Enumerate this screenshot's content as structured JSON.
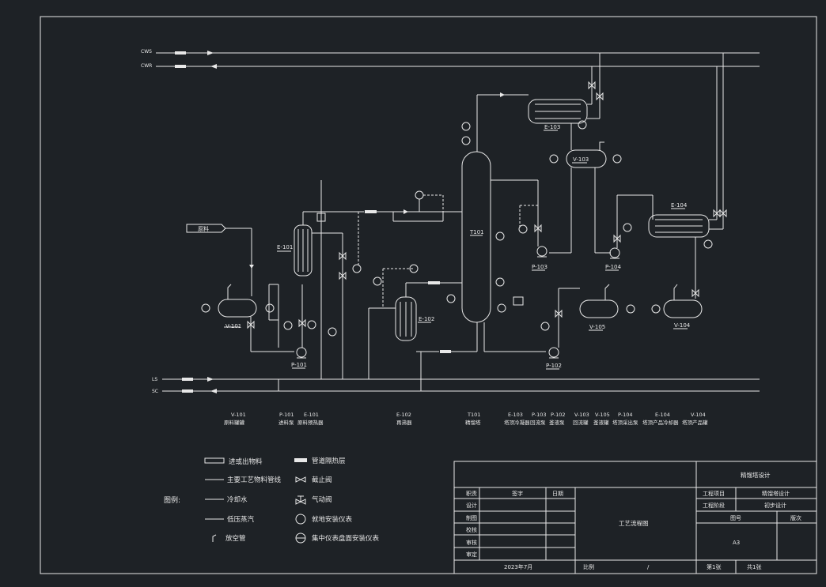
{
  "utilities": {
    "cws": "CWS",
    "cwr": "CWR",
    "ls": "LS",
    "sc": "SC"
  },
  "feed_label": "原料",
  "equipment_tags": {
    "v101": "V-101",
    "e101": "E-101",
    "p101": "P-101",
    "e102": "E-102",
    "t101": "T101",
    "e103": "E-103",
    "v103": "V-103",
    "p103": "P-103",
    "p104": "P-104",
    "e104": "E-104",
    "v105": "V-105",
    "p102": "P-102",
    "v104": "V-104"
  },
  "equipment_list": [
    {
      "tag": "V-101",
      "name": "原料罐罐"
    },
    {
      "tag": "P-101",
      "name": "进料泵"
    },
    {
      "tag": "E-101",
      "name": "原料预热器"
    },
    {
      "tag": "E-102",
      "name": "再沸器"
    },
    {
      "tag": "T101",
      "name": "精馏塔"
    },
    {
      "tag": "E-103",
      "name": "塔顶冷凝器"
    },
    {
      "tag": "P-103",
      "name": "回流泵"
    },
    {
      "tag": "P-102",
      "name": "釜液泵"
    },
    {
      "tag": "V-103",
      "name": "回流罐"
    },
    {
      "tag": "V-105",
      "name": "釜液罐"
    },
    {
      "tag": "P-104",
      "name": "塔顶采出泵"
    },
    {
      "tag": "E-104",
      "name": "塔顶产品冷却器"
    },
    {
      "tag": "V-104",
      "name": "塔顶产品罐"
    }
  ],
  "legend": {
    "title": "图例:",
    "items_left": [
      "进或出物料",
      "主要工艺物料管线",
      "冷却水",
      "低压蒸汽",
      "放空管"
    ],
    "items_right": [
      "管道隔热层",
      "截止阀",
      "气动阀",
      "就地安装仪表",
      "集中仪表盘面安装仪表"
    ]
  },
  "title_block": {
    "project_title": "精馏塔设计",
    "project_label": "工程项目",
    "project_value": "精馏塔设计",
    "stage_label": "工程阶段",
    "stage_value": "初步设计",
    "drawing_no_label": "图号",
    "revision_label": "版次",
    "drawing_no_value": "A3",
    "roles": [
      "职责",
      "设计",
      "制图",
      "校核",
      "审核",
      "审定"
    ],
    "sign_header": "签字",
    "date_header": "日期",
    "drawing_name": "工艺流程图",
    "date_value": "2023年7月",
    "scale_label": "比例",
    "scale_value": "/",
    "sheet": "第1张",
    "total": "共1张"
  },
  "colors": {
    "background": "#1e2226",
    "line": "#e8e8e8"
  }
}
